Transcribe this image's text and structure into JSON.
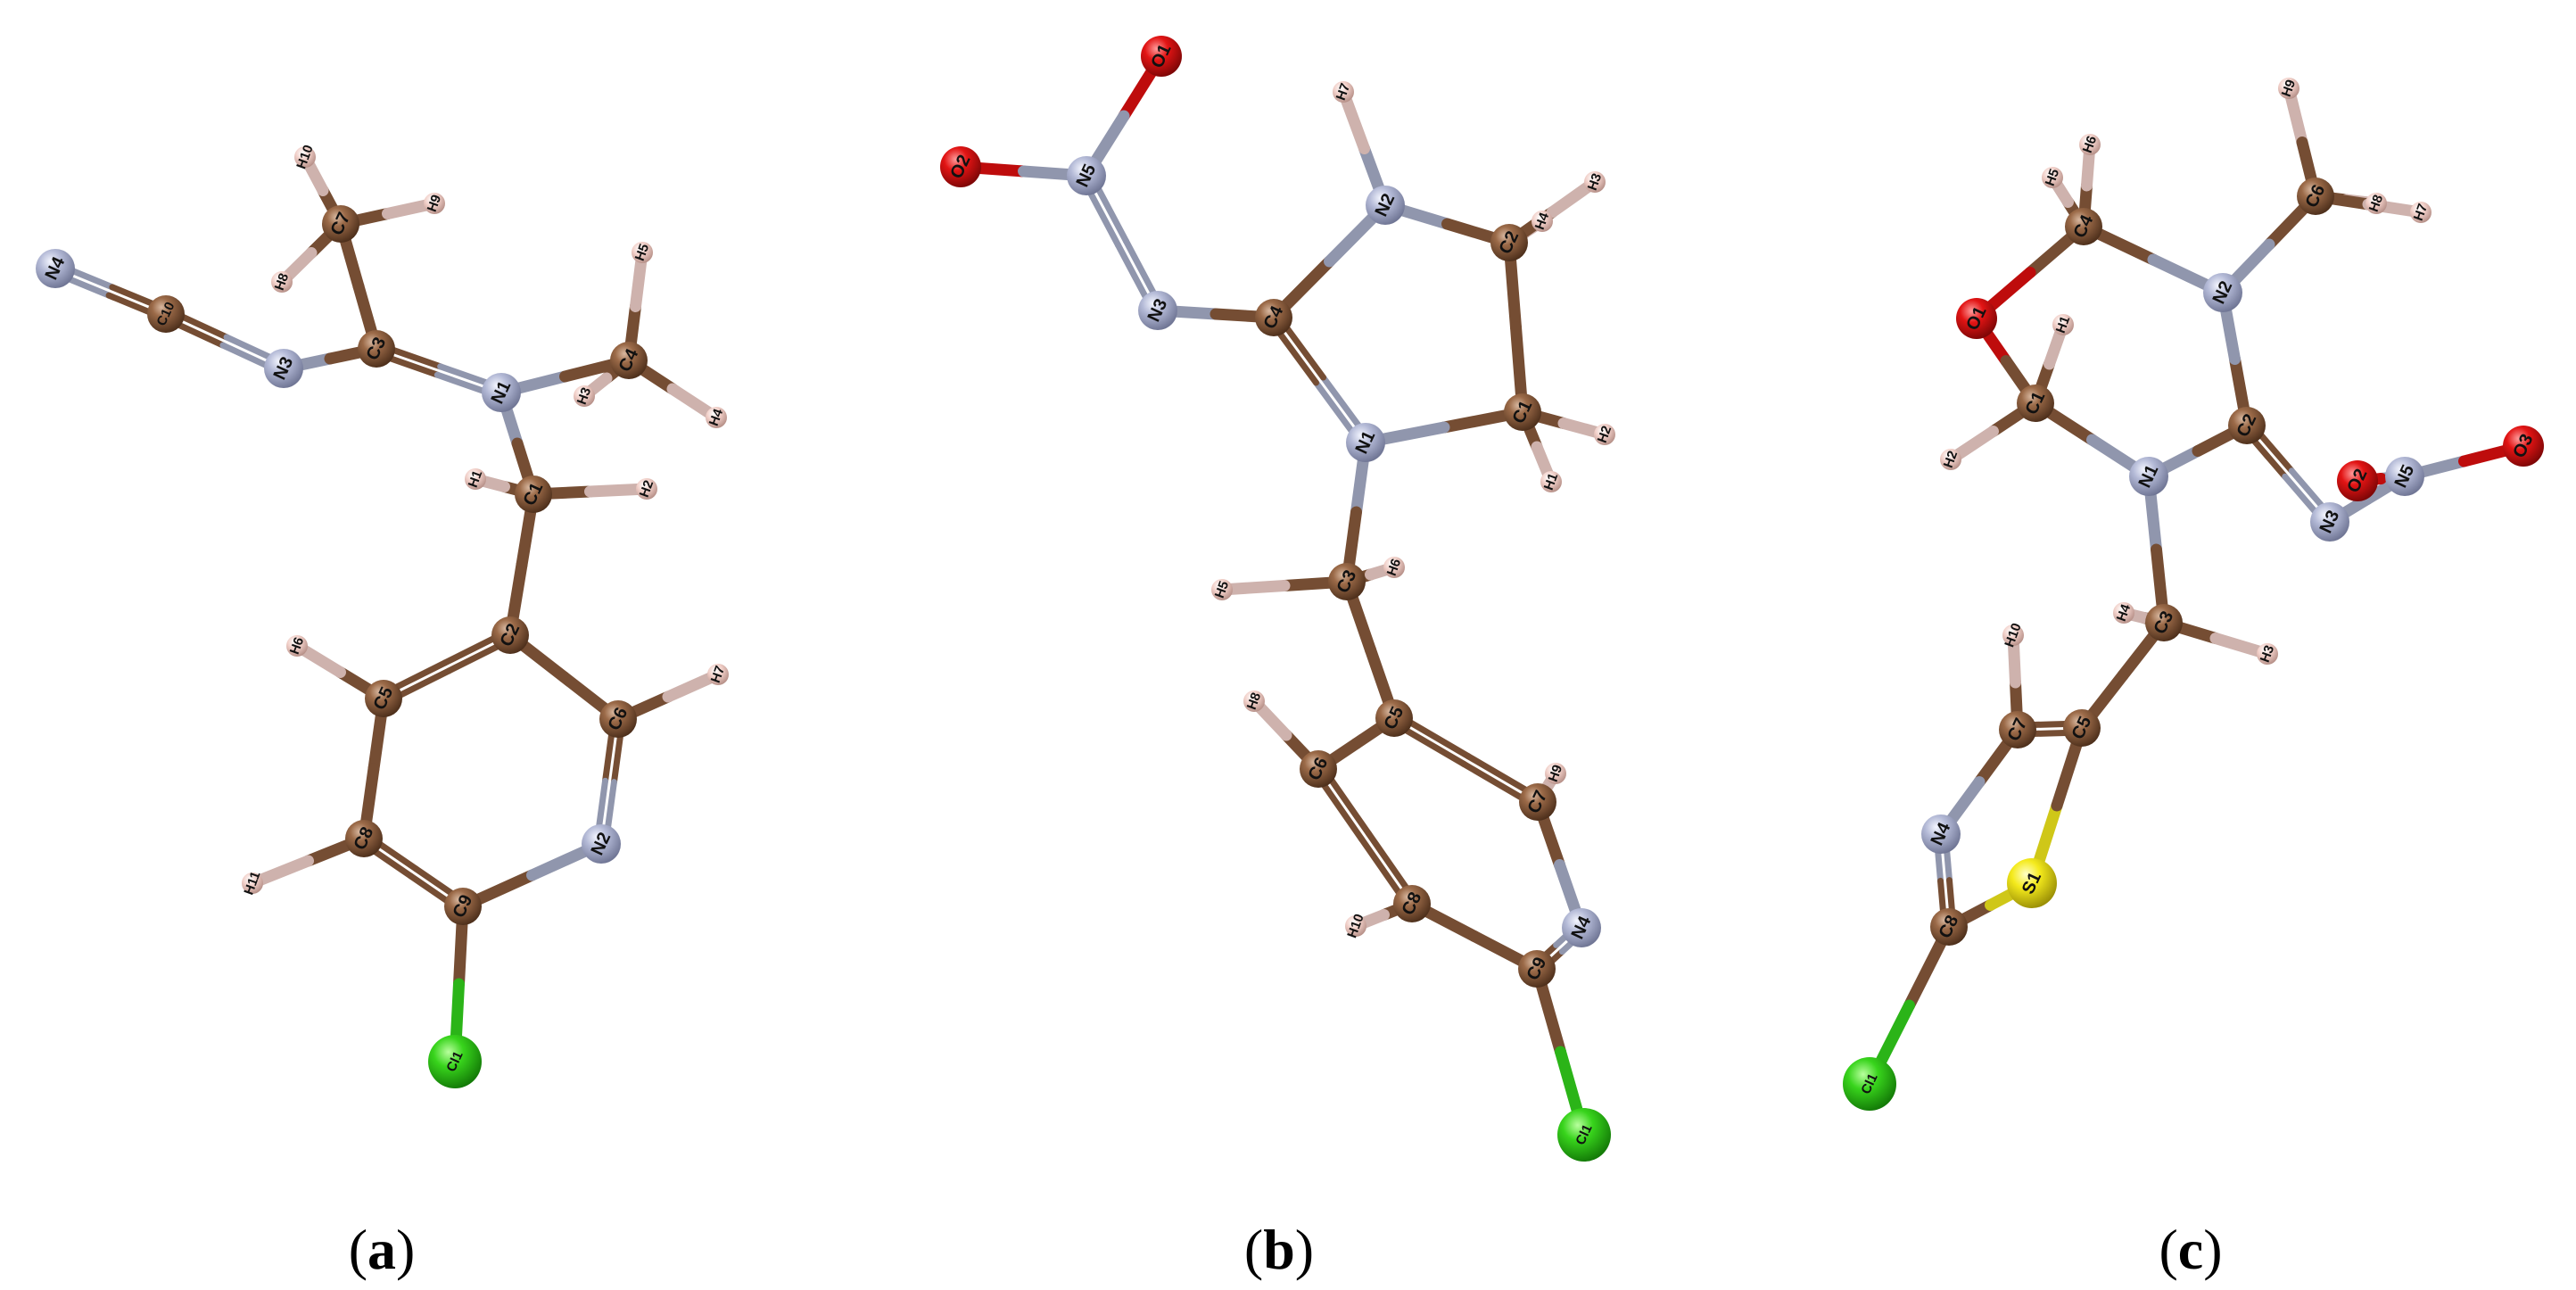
{
  "colors": {
    "C": "#8a5a3c",
    "N": "#a9b0cc",
    "O": "#e00e0e",
    "H": "#f2d1cb",
    "Cl": "#33d41c",
    "S": "#f3ea1c",
    "bond_highlight": "#a9b0cc"
  },
  "panels": [
    {
      "label": "a",
      "atoms": [
        {
          "id": "N4",
          "el": "N"
        },
        {
          "id": "C10",
          "el": "C"
        },
        {
          "id": "N3",
          "el": "N"
        },
        {
          "id": "C3",
          "el": "C"
        },
        {
          "id": "C7",
          "el": "C"
        },
        {
          "id": "H10",
          "el": "H"
        },
        {
          "id": "H9",
          "el": "H"
        },
        {
          "id": "H8",
          "el": "H"
        },
        {
          "id": "N1",
          "el": "N"
        },
        {
          "id": "C4",
          "el": "C"
        },
        {
          "id": "H5",
          "el": "H"
        },
        {
          "id": "H3",
          "el": "H"
        },
        {
          "id": "H4",
          "el": "H"
        },
        {
          "id": "C1",
          "el": "C"
        },
        {
          "id": "H1",
          "el": "H"
        },
        {
          "id": "H2",
          "el": "H"
        },
        {
          "id": "C2",
          "el": "C"
        },
        {
          "id": "C5",
          "el": "C"
        },
        {
          "id": "H6",
          "el": "H"
        },
        {
          "id": "C6",
          "el": "C"
        },
        {
          "id": "H7",
          "el": "H"
        },
        {
          "id": "N2",
          "el": "N"
        },
        {
          "id": "C8",
          "el": "C"
        },
        {
          "id": "H11",
          "el": "H"
        },
        {
          "id": "C9",
          "el": "C"
        },
        {
          "id": "Cl1",
          "el": "Cl"
        }
      ],
      "bonds": [
        [
          "N4",
          "C10"
        ],
        [
          "C10",
          "N3"
        ],
        [
          "N3",
          "C3"
        ],
        [
          "C3",
          "C7"
        ],
        [
          "C7",
          "H10"
        ],
        [
          "C7",
          "H9"
        ],
        [
          "C7",
          "H8"
        ],
        [
          "C3",
          "N1"
        ],
        [
          "N1",
          "C4"
        ],
        [
          "C4",
          "H5"
        ],
        [
          "C4",
          "H3"
        ],
        [
          "C4",
          "H4"
        ],
        [
          "N1",
          "C1"
        ],
        [
          "C1",
          "H1"
        ],
        [
          "C1",
          "H2"
        ],
        [
          "C1",
          "C2"
        ],
        [
          "C2",
          "C5"
        ],
        [
          "C2",
          "C6"
        ],
        [
          "C5",
          "H6"
        ],
        [
          "C6",
          "H7"
        ],
        [
          "C6",
          "N2"
        ],
        [
          "C5",
          "C8"
        ],
        [
          "C8",
          "H11"
        ],
        [
          "C8",
          "C9"
        ],
        [
          "C9",
          "N2"
        ],
        [
          "C9",
          "Cl1"
        ]
      ]
    },
    {
      "label": "b",
      "atoms": [
        {
          "id": "O1",
          "el": "O"
        },
        {
          "id": "O2",
          "el": "O"
        },
        {
          "id": "N5",
          "el": "N"
        },
        {
          "id": "N3",
          "el": "N"
        },
        {
          "id": "C4",
          "el": "C"
        },
        {
          "id": "N2",
          "el": "N"
        },
        {
          "id": "H7",
          "el": "H"
        },
        {
          "id": "C2",
          "el": "C"
        },
        {
          "id": "H4",
          "el": "H"
        },
        {
          "id": "H3",
          "el": "H"
        },
        {
          "id": "C1",
          "el": "C"
        },
        {
          "id": "H2",
          "el": "H"
        },
        {
          "id": "H1",
          "el": "H"
        },
        {
          "id": "N1",
          "el": "N"
        },
        {
          "id": "C3",
          "el": "C"
        },
        {
          "id": "H5",
          "el": "H"
        },
        {
          "id": "H6",
          "el": "H"
        },
        {
          "id": "C5",
          "el": "C"
        },
        {
          "id": "C6",
          "el": "C"
        },
        {
          "id": "H8",
          "el": "H"
        },
        {
          "id": "C7",
          "el": "C"
        },
        {
          "id": "H9",
          "el": "H"
        },
        {
          "id": "C8",
          "el": "C"
        },
        {
          "id": "H10",
          "el": "H"
        },
        {
          "id": "C9",
          "el": "C"
        },
        {
          "id": "N4",
          "el": "N"
        },
        {
          "id": "Cl1",
          "el": "Cl"
        }
      ],
      "bonds": [
        [
          "O1",
          "N5"
        ],
        [
          "O2",
          "N5"
        ],
        [
          "N5",
          "N3"
        ],
        [
          "N3",
          "C4"
        ],
        [
          "C4",
          "N2"
        ],
        [
          "N2",
          "H7"
        ],
        [
          "N2",
          "C2"
        ],
        [
          "C2",
          "H4"
        ],
        [
          "C2",
          "H3"
        ],
        [
          "C2",
          "C1"
        ],
        [
          "C1",
          "H2"
        ],
        [
          "C1",
          "H1"
        ],
        [
          "C1",
          "N1"
        ],
        [
          "N1",
          "C4"
        ],
        [
          "N1",
          "C3"
        ],
        [
          "C3",
          "H5"
        ],
        [
          "C3",
          "H6"
        ],
        [
          "C3",
          "C5"
        ],
        [
          "C5",
          "C6"
        ],
        [
          "C5",
          "C7"
        ],
        [
          "C6",
          "H8"
        ],
        [
          "C6",
          "C8"
        ],
        [
          "C7",
          "H9"
        ],
        [
          "C7",
          "N4"
        ],
        [
          "C8",
          "H10"
        ],
        [
          "C8",
          "C9"
        ],
        [
          "C9",
          "N4"
        ],
        [
          "C9",
          "Cl1"
        ]
      ]
    },
    {
      "label": "c",
      "atoms": [
        {
          "id": "H9",
          "el": "H"
        },
        {
          "id": "C6",
          "el": "C"
        },
        {
          "id": "H8",
          "el": "H"
        },
        {
          "id": "H7",
          "el": "H"
        },
        {
          "id": "H6",
          "el": "H"
        },
        {
          "id": "H5",
          "el": "H"
        },
        {
          "id": "C4",
          "el": "C"
        },
        {
          "id": "N2",
          "el": "N"
        },
        {
          "id": "O1",
          "el": "O"
        },
        {
          "id": "H1",
          "el": "H"
        },
        {
          "id": "C1",
          "el": "C"
        },
        {
          "id": "H2",
          "el": "H"
        },
        {
          "id": "N1",
          "el": "N"
        },
        {
          "id": "C2",
          "el": "C"
        },
        {
          "id": "O2",
          "el": "O"
        },
        {
          "id": "N5",
          "el": "N"
        },
        {
          "id": "O3",
          "el": "O"
        },
        {
          "id": "N3",
          "el": "N"
        },
        {
          "id": "C3",
          "el": "C"
        },
        {
          "id": "H4",
          "el": "H"
        },
        {
          "id": "H3",
          "el": "H"
        },
        {
          "id": "H10",
          "el": "H"
        },
        {
          "id": "C7",
          "el": "C"
        },
        {
          "id": "C5",
          "el": "C"
        },
        {
          "id": "N4",
          "el": "N"
        },
        {
          "id": "S1",
          "el": "S"
        },
        {
          "id": "C8",
          "el": "C"
        },
        {
          "id": "Cl1",
          "el": "Cl"
        }
      ],
      "bonds": [
        [
          "H9",
          "C6"
        ],
        [
          "C6",
          "H8"
        ],
        [
          "C6",
          "H7"
        ],
        [
          "C6",
          "N2"
        ],
        [
          "C4",
          "H6"
        ],
        [
          "C4",
          "H5"
        ],
        [
          "C4",
          "N2"
        ],
        [
          "C4",
          "O1"
        ],
        [
          "O1",
          "C1"
        ],
        [
          "C1",
          "H1"
        ],
        [
          "C1",
          "H2"
        ],
        [
          "C1",
          "N1"
        ],
        [
          "N1",
          "C2"
        ],
        [
          "C2",
          "N2"
        ],
        [
          "C2",
          "N3"
        ],
        [
          "N3",
          "N5"
        ],
        [
          "N5",
          "O2"
        ],
        [
          "N5",
          "O3"
        ],
        [
          "N1",
          "C3"
        ],
        [
          "C3",
          "H4"
        ],
        [
          "C3",
          "H3"
        ],
        [
          "C3",
          "C5"
        ],
        [
          "C5",
          "C7"
        ],
        [
          "C7",
          "H10"
        ],
        [
          "C7",
          "N4"
        ],
        [
          "N4",
          "C8"
        ],
        [
          "C8",
          "S1"
        ],
        [
          "S1",
          "C5"
        ],
        [
          "C8",
          "Cl1"
        ]
      ]
    }
  ]
}
